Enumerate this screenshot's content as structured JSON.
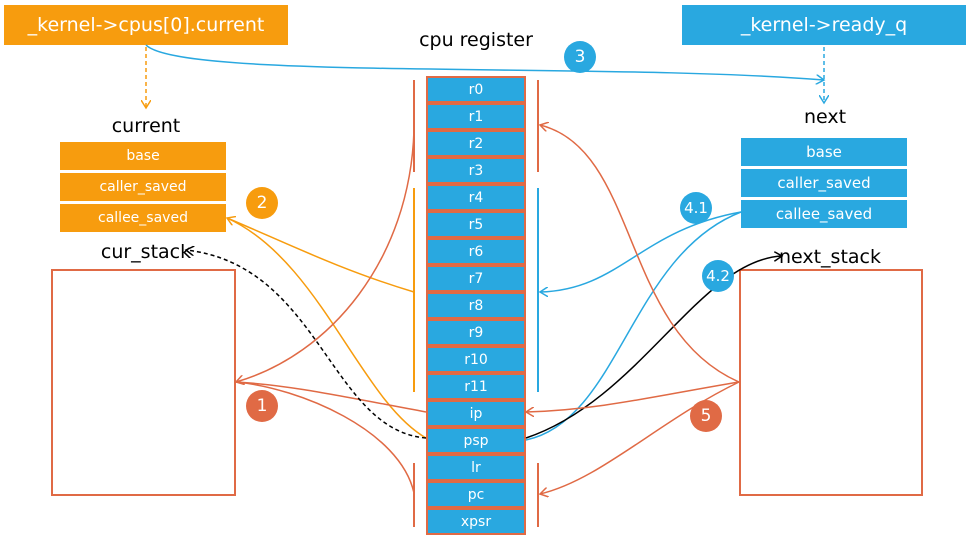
{
  "headers": {
    "current_ptr": "_kernel->cpus[0].current",
    "ready_q": "_kernel->ready_q"
  },
  "register_title": "cpu register",
  "registers": [
    "r0",
    "r1",
    "r2",
    "r3",
    "r4",
    "r5",
    "r6",
    "r7",
    "r8",
    "r9",
    "r10",
    "r11",
    "ip",
    "psp",
    "lr",
    "pc",
    "xpsr"
  ],
  "current": {
    "label": "current",
    "fields": [
      "base",
      "caller_saved",
      "callee_saved"
    ]
  },
  "next": {
    "label": "next",
    "fields": [
      "base",
      "caller_saved",
      "callee_saved"
    ]
  },
  "stacks": {
    "cur": "cur_stack",
    "next": "next_stack"
  },
  "steps": {
    "s1": "1",
    "s2": "2",
    "s3": "3",
    "s41": "4.1",
    "s42": "4.2",
    "s5": "5"
  },
  "colors": {
    "orange": "#f79c0e",
    "blue": "#29a8e0",
    "red": "#e06a45",
    "black": "#000000"
  }
}
